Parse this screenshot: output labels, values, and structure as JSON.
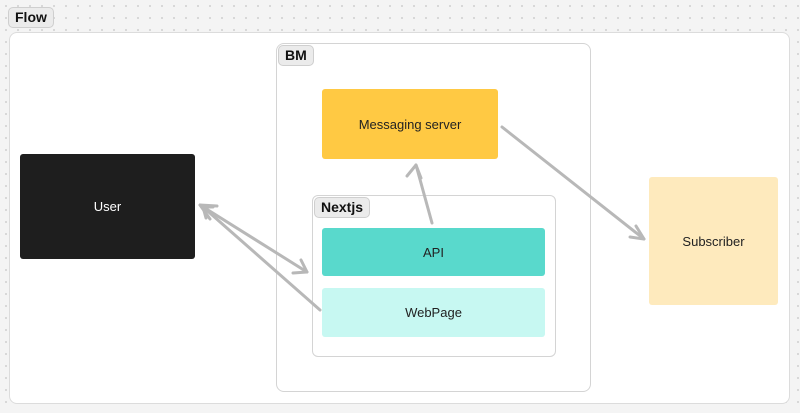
{
  "labels": {
    "flow": "Flow",
    "bm": "BM",
    "nextjs": "Nextjs"
  },
  "nodes": {
    "user": "User",
    "messaging_server": "Messaging server",
    "api": "API",
    "webpage": "WebPage",
    "subscriber": "Subscriber"
  },
  "colors": {
    "user": "#1e1e1e",
    "messaging_server": "#ffc943",
    "api": "#59d9cc",
    "webpage": "#c7f8f2",
    "subscriber": "#feeabd",
    "connector": "#b8b8b8"
  }
}
